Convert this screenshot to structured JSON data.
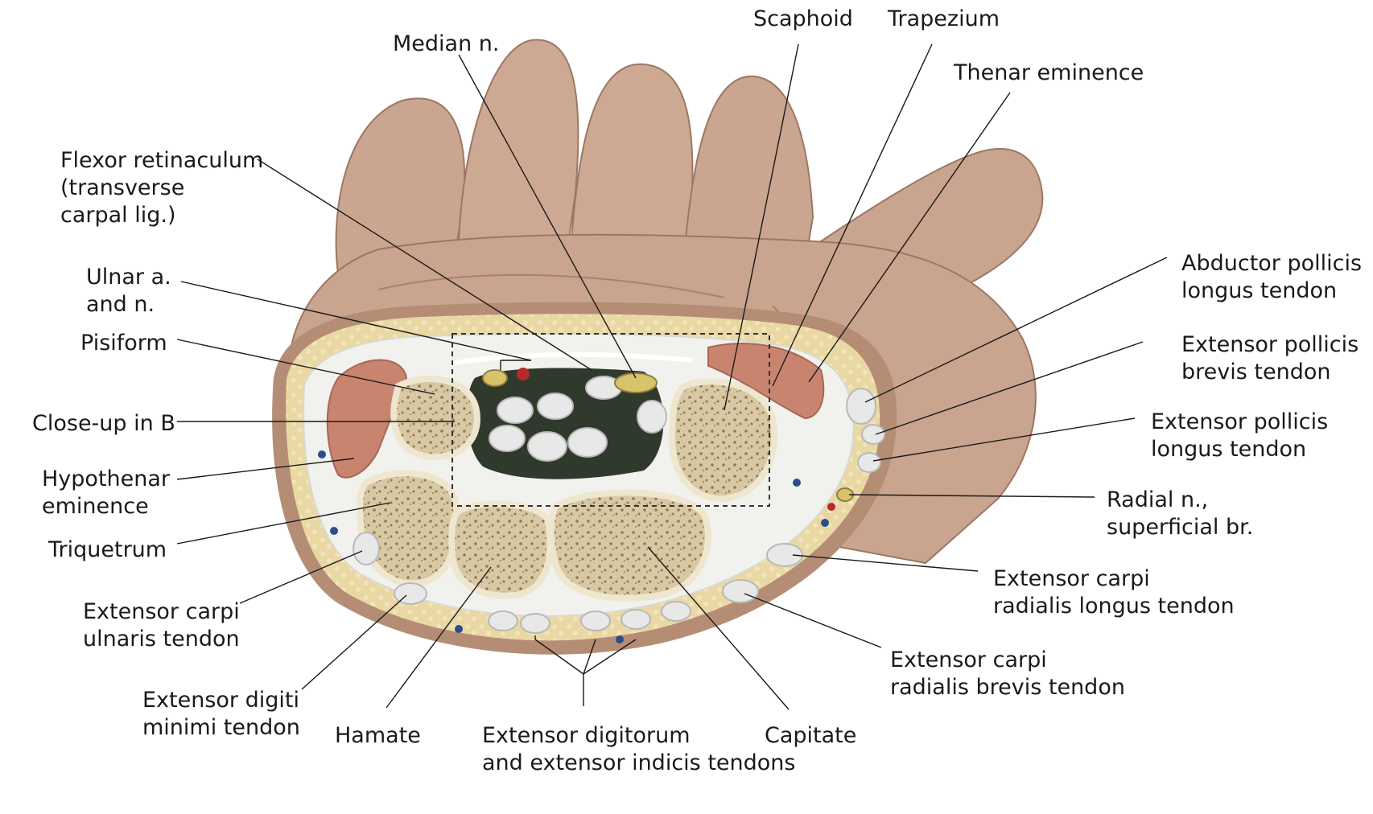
{
  "labels": {
    "median_n": "Median n.",
    "scaphoid": "Scaphoid",
    "trapezium": "Trapezium",
    "thenar_eminence": "Thenar eminence",
    "flexor_retinaculum": [
      "Flexor retinaculum",
      "(transverse",
      "carpal lig.)"
    ],
    "ulnar_a_n": [
      "Ulnar a.",
      "and n."
    ],
    "pisiform": "Pisiform",
    "close_up": "Close-up in B",
    "hypothenar": [
      "Hypothenar",
      "eminence"
    ],
    "triquetrum": "Triquetrum",
    "ecu": [
      "Extensor carpi",
      "ulnaris tendon"
    ],
    "edm": [
      "Extensor digiti",
      "minimi tendon"
    ],
    "hamate": "Hamate",
    "ed_ei": [
      "Extensor digitorum",
      "and extensor indicis tendons"
    ],
    "capitate": "Capitate",
    "apl": [
      "Abductor pollicis",
      "longus tendon"
    ],
    "epb": [
      "Extensor pollicis",
      "brevis tendon"
    ],
    "epl": [
      "Extensor pollicis",
      "longus tendon"
    ],
    "radial_n": [
      "Radial n.,",
      "superficial br."
    ],
    "ecrl": [
      "Extensor carpi",
      "radialis longus tendon"
    ],
    "ecrb": [
      "Extensor carpi",
      "radialis brevis tendon"
    ]
  },
  "colors": {
    "skin": "#c9a48e",
    "skin_shadow": "#a8806a",
    "fat": "#e7d6a2",
    "bone_cortex": "#efe6cf",
    "bone_marrow": "#d4c39c",
    "muscle": "#c98470",
    "tendon": "#e8e8e8",
    "tunnel_dark": "#2f3a2c",
    "artery": "#b52a2a",
    "vein": "#2c4d8a"
  }
}
